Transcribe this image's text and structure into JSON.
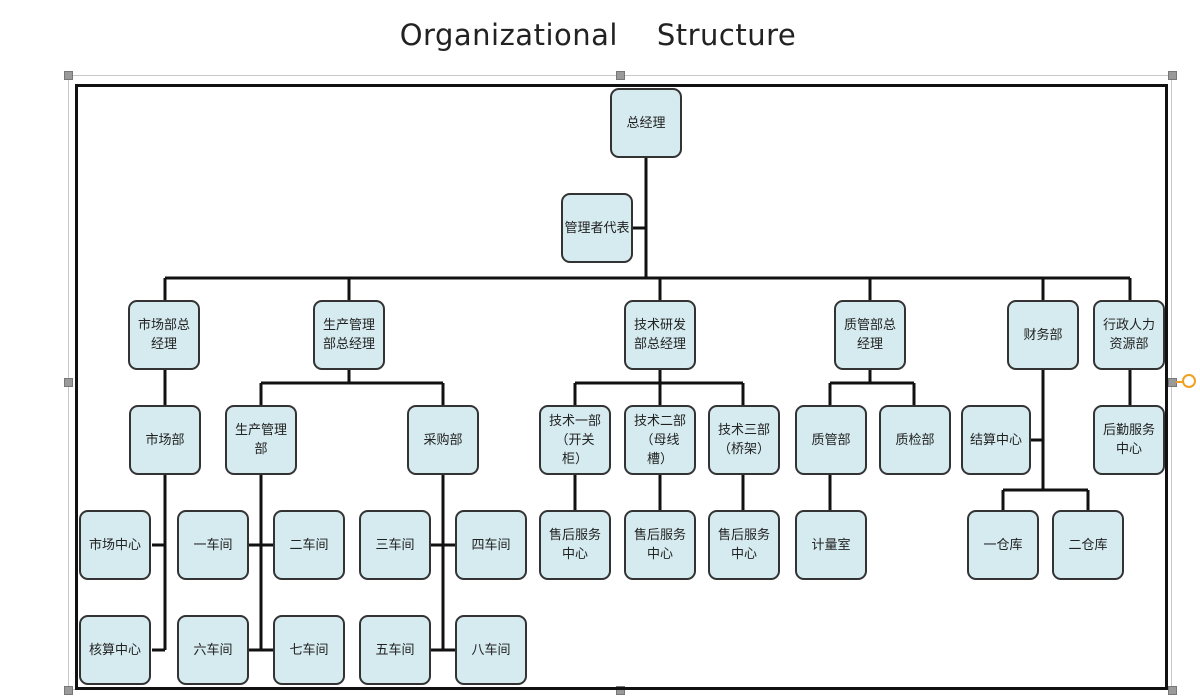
{
  "title": "Organizational    Structure",
  "chart": {
    "root": "总经理",
    "rep": "管理者代表",
    "level2": [
      "市场部总\n经理",
      "生产管理\n部总经理",
      "技术研发\n部总经理",
      "质管部总\n经理",
      "财务部",
      "行政人力\n资源部"
    ],
    "level3": [
      "市场部",
      "生产管理\n部",
      "采购部",
      "技术一部\n（开关\n柜）",
      "技术二部\n（母线\n槽）",
      "技术三部\n（桥架）",
      "质管部",
      "质检部",
      "结算中心",
      "后勤服务\n中心"
    ],
    "level4": [
      "市场中心",
      "一车间",
      "二车间",
      "三车间",
      "四车间",
      "售后服务\n中心",
      "售后服务\n中心",
      "售后服务\n中心",
      "计量室",
      "一仓库",
      "二仓库"
    ],
    "level5": [
      "核算中心",
      "六车间",
      "七车间",
      "五车间",
      "八车间"
    ]
  },
  "colors": {
    "node_fill": "#d5ebef",
    "line": "#111111",
    "handle": "#9a9a9a",
    "rotate": "#f0a020"
  }
}
